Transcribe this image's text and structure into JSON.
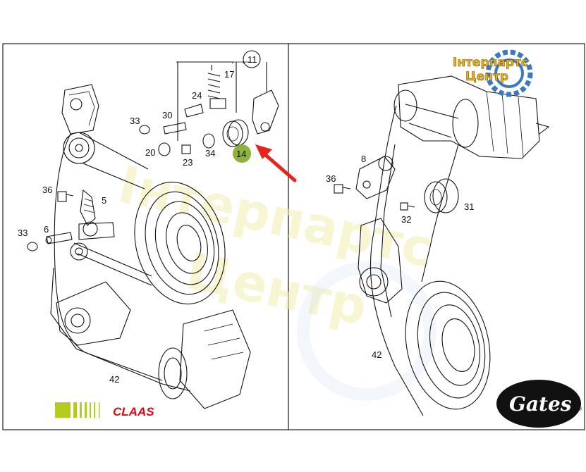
{
  "left_panel": {
    "callouts": [
      "11",
      "17",
      "24",
      "30",
      "33",
      "20",
      "23",
      "34",
      "14",
      "36",
      "5",
      "6",
      "33",
      "42"
    ],
    "highlight_label": "14",
    "highlight_color": "#8db33a",
    "arrow_color": "#e8231c"
  },
  "right_panel": {
    "callouts": [
      "8",
      "36",
      "31",
      "32",
      "42"
    ]
  },
  "logos": {
    "claas_text": "CLAAS",
    "claas_bar_color": "#b5cc1e",
    "claas_text_color": "#e30613",
    "gates_text": "Gates",
    "interparts_line1": "Інтерпартс",
    "interparts_line2": "Центр",
    "interparts_color": "#e7b020",
    "interparts_gear_color": "#3a78c2"
  },
  "watermark": {
    "line1": "Інтерпартс",
    "line2": "Центр"
  }
}
